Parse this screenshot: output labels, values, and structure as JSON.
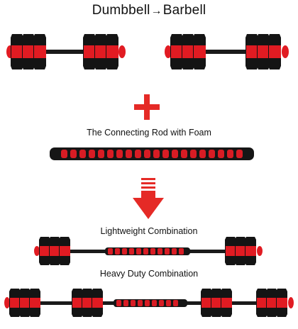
{
  "title": {
    "left": "Dumbbell",
    "arrow": "→",
    "right": "Barbell"
  },
  "captions": {
    "connecting_rod": "The Connecting Rod with Foam",
    "lightweight": "Lightweight Combination",
    "heavy_duty": "Heavy Duty Combination"
  },
  "colors": {
    "plate": "#141414",
    "accent_red": "#e11b22",
    "arrow_red": "#e52a26",
    "bar": "#1a1a1a"
  },
  "icons": {
    "plus": "plus-icon",
    "down_arrow": "down-arrow-icon"
  }
}
